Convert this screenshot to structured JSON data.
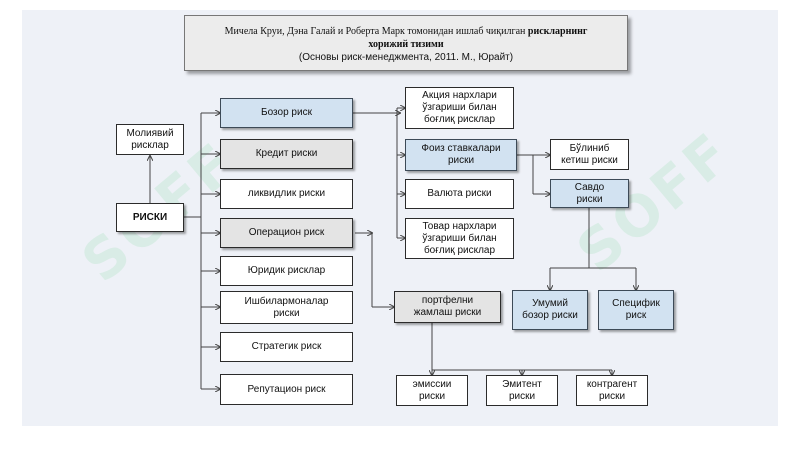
{
  "title": {
    "line1_normal": "Мичела Круи, Дэна Галай и Роберта Марк томонидан ишлаб чиқилган ",
    "line1_bold": "рискларнинг",
    "line2": "хорижий тизими",
    "line3": "(Основы риск-менеджмента, 2011. М., Юрайт)"
  },
  "watermark": "SOFF",
  "nodes": {
    "root": "РИСКИ",
    "financial": "Молиявий\nрисклар",
    "market": "Бозор риск",
    "credit": "Кредит риски",
    "liquidity": "ликвидлик риски",
    "operational": "Операцион риск",
    "legal": "Юридик рисклар",
    "business": "Ишбилармоналар\nриски",
    "strategic": "Стратегик риск",
    "reputational": "Репутацион риск",
    "equity": "Акция нархлари\nўзгариши билан\nбоғлиқ рисклар",
    "interest": "Фоиз ставкалари\nриски",
    "currency": "Валюта риски",
    "commodity": "Товар нархлари\nўзгариши билан\nбоғлиқ рисклар",
    "portfolio": "портфелни\nжамлаш риски",
    "split_risk": "Бўлиниб\nкетиш риски",
    "trade": "Савдо\nриски",
    "general_market": "Умумий\nбозор риски",
    "specific": "Специфик\nриск",
    "issue": "эмиссии\nриски",
    "issuer": "Эмитент\nриски",
    "counterparty": "контрагент\nриски"
  }
}
